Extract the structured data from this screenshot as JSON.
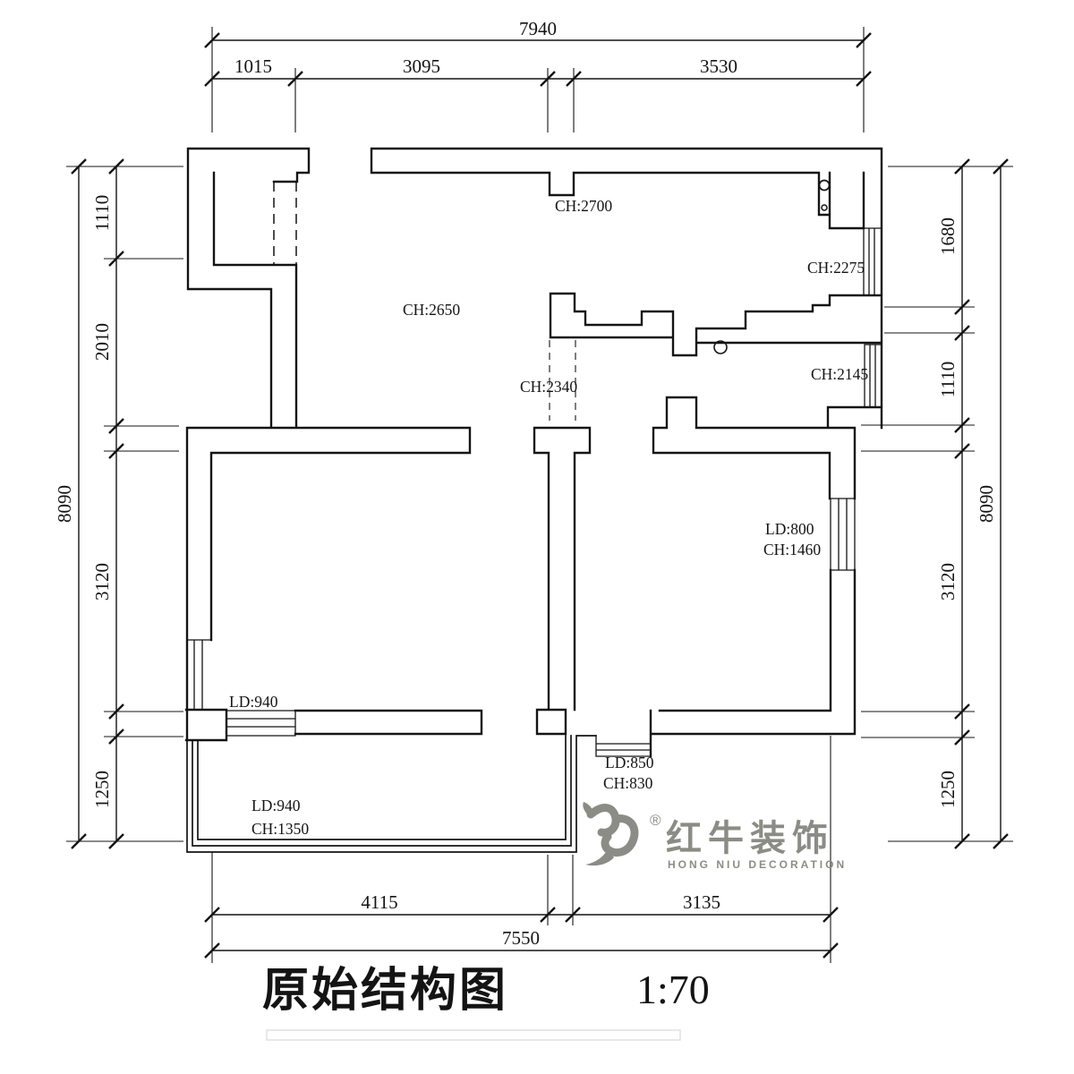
{
  "drawing": {
    "title": "原始结构图",
    "scale": "1:70"
  },
  "logo": {
    "name_cn": "红牛装饰",
    "name_en": "HONG NIU DECORATION",
    "registered_mark": "®",
    "color": "#8c8c87"
  },
  "dims": {
    "top_total": "7940",
    "top_seg1": "1015",
    "top_seg2": "3095",
    "top_seg3": "3530",
    "left_total": "8090",
    "left_seg1": "1110",
    "left_seg2": "2010",
    "left_seg3": "3120",
    "left_seg4": "1250",
    "right_total": "8090",
    "right_seg1": "1680",
    "right_seg2": "1110",
    "right_seg3": "3120",
    "right_seg4": "1250",
    "bottom_seg1": "4115",
    "bottom_seg2": "3135",
    "bottom_total": "7550"
  },
  "labels": {
    "ch2700": "CH:2700",
    "ch2650": "CH:2650",
    "ch2340": "CH:2340",
    "ch2275": "CH:2275",
    "ch2145": "CH:2145",
    "ld800": "LD:800",
    "ch1460": "CH:1460",
    "ld940_window": "LD:940",
    "ld850": "LD:850",
    "ch830": "CH:830",
    "ld940_balcony": "LD:940",
    "ch1350": "CH:1350"
  },
  "colors": {
    "line": "#141414",
    "logo_gray": "#8c8c87"
  }
}
